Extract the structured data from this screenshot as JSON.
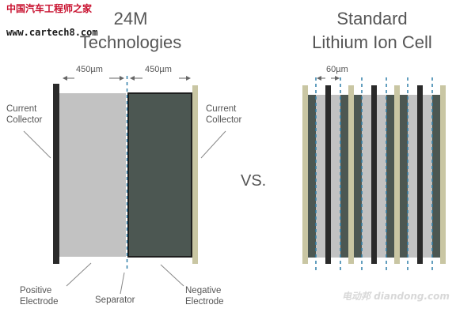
{
  "watermark_top": {
    "line1": "中国汽车工程师之家",
    "line2": "www.cartech8.com"
  },
  "left_panel": {
    "title_line1": "24M",
    "title_line2": "Technologies",
    "dimension_left": "450µm",
    "dimension_right": "450µm",
    "label_collector_left_1": "Current",
    "label_collector_left_2": "Collector",
    "label_collector_right_1": "Current",
    "label_collector_right_2": "Collector",
    "label_positive_1": "Positive",
    "label_positive_2": "Electrode",
    "label_separator": "Separator",
    "label_negative_1": "Negative",
    "label_negative_2": "Electrode"
  },
  "vs_label": "VS.",
  "right_panel": {
    "title_line1": "Standard",
    "title_line2": "Lithium Ion Cell",
    "dimension": "60µm"
  },
  "watermark_bottom": "电动邦 diandong.com",
  "colors": {
    "collector_dark": "#2a2a2a",
    "collector_tan": "#c9c6a3",
    "positive_electrode": "#c2c2c2",
    "negative_electrode": "#4c5752",
    "separator": "#2f7ea8"
  }
}
